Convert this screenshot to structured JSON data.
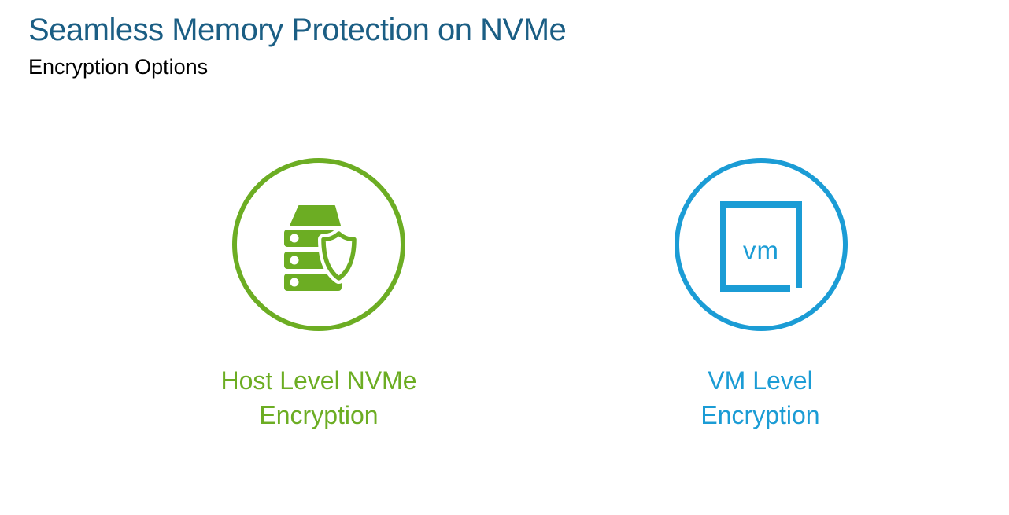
{
  "slide": {
    "title": "Seamless Memory Protection on NVMe",
    "subtitle": "Encryption Options",
    "options": [
      {
        "id": "host-level-nvme-encryption",
        "label_line1": "Host Level NVMe",
        "label_line2": "Encryption",
        "icon": "server-shield-icon",
        "color": "#6cad23"
      },
      {
        "id": "vm-level-encryption",
        "label_line1": "VM Level",
        "label_line2": "Encryption",
        "icon": "vm-box-icon",
        "icon_text": "vm",
        "color": "#1b9cd5"
      }
    ],
    "colors": {
      "title": "#1b5e84",
      "subtitle": "#000000",
      "host_green": "#6cad23",
      "vm_blue": "#1b9cd5",
      "background": "#ffffff"
    }
  }
}
